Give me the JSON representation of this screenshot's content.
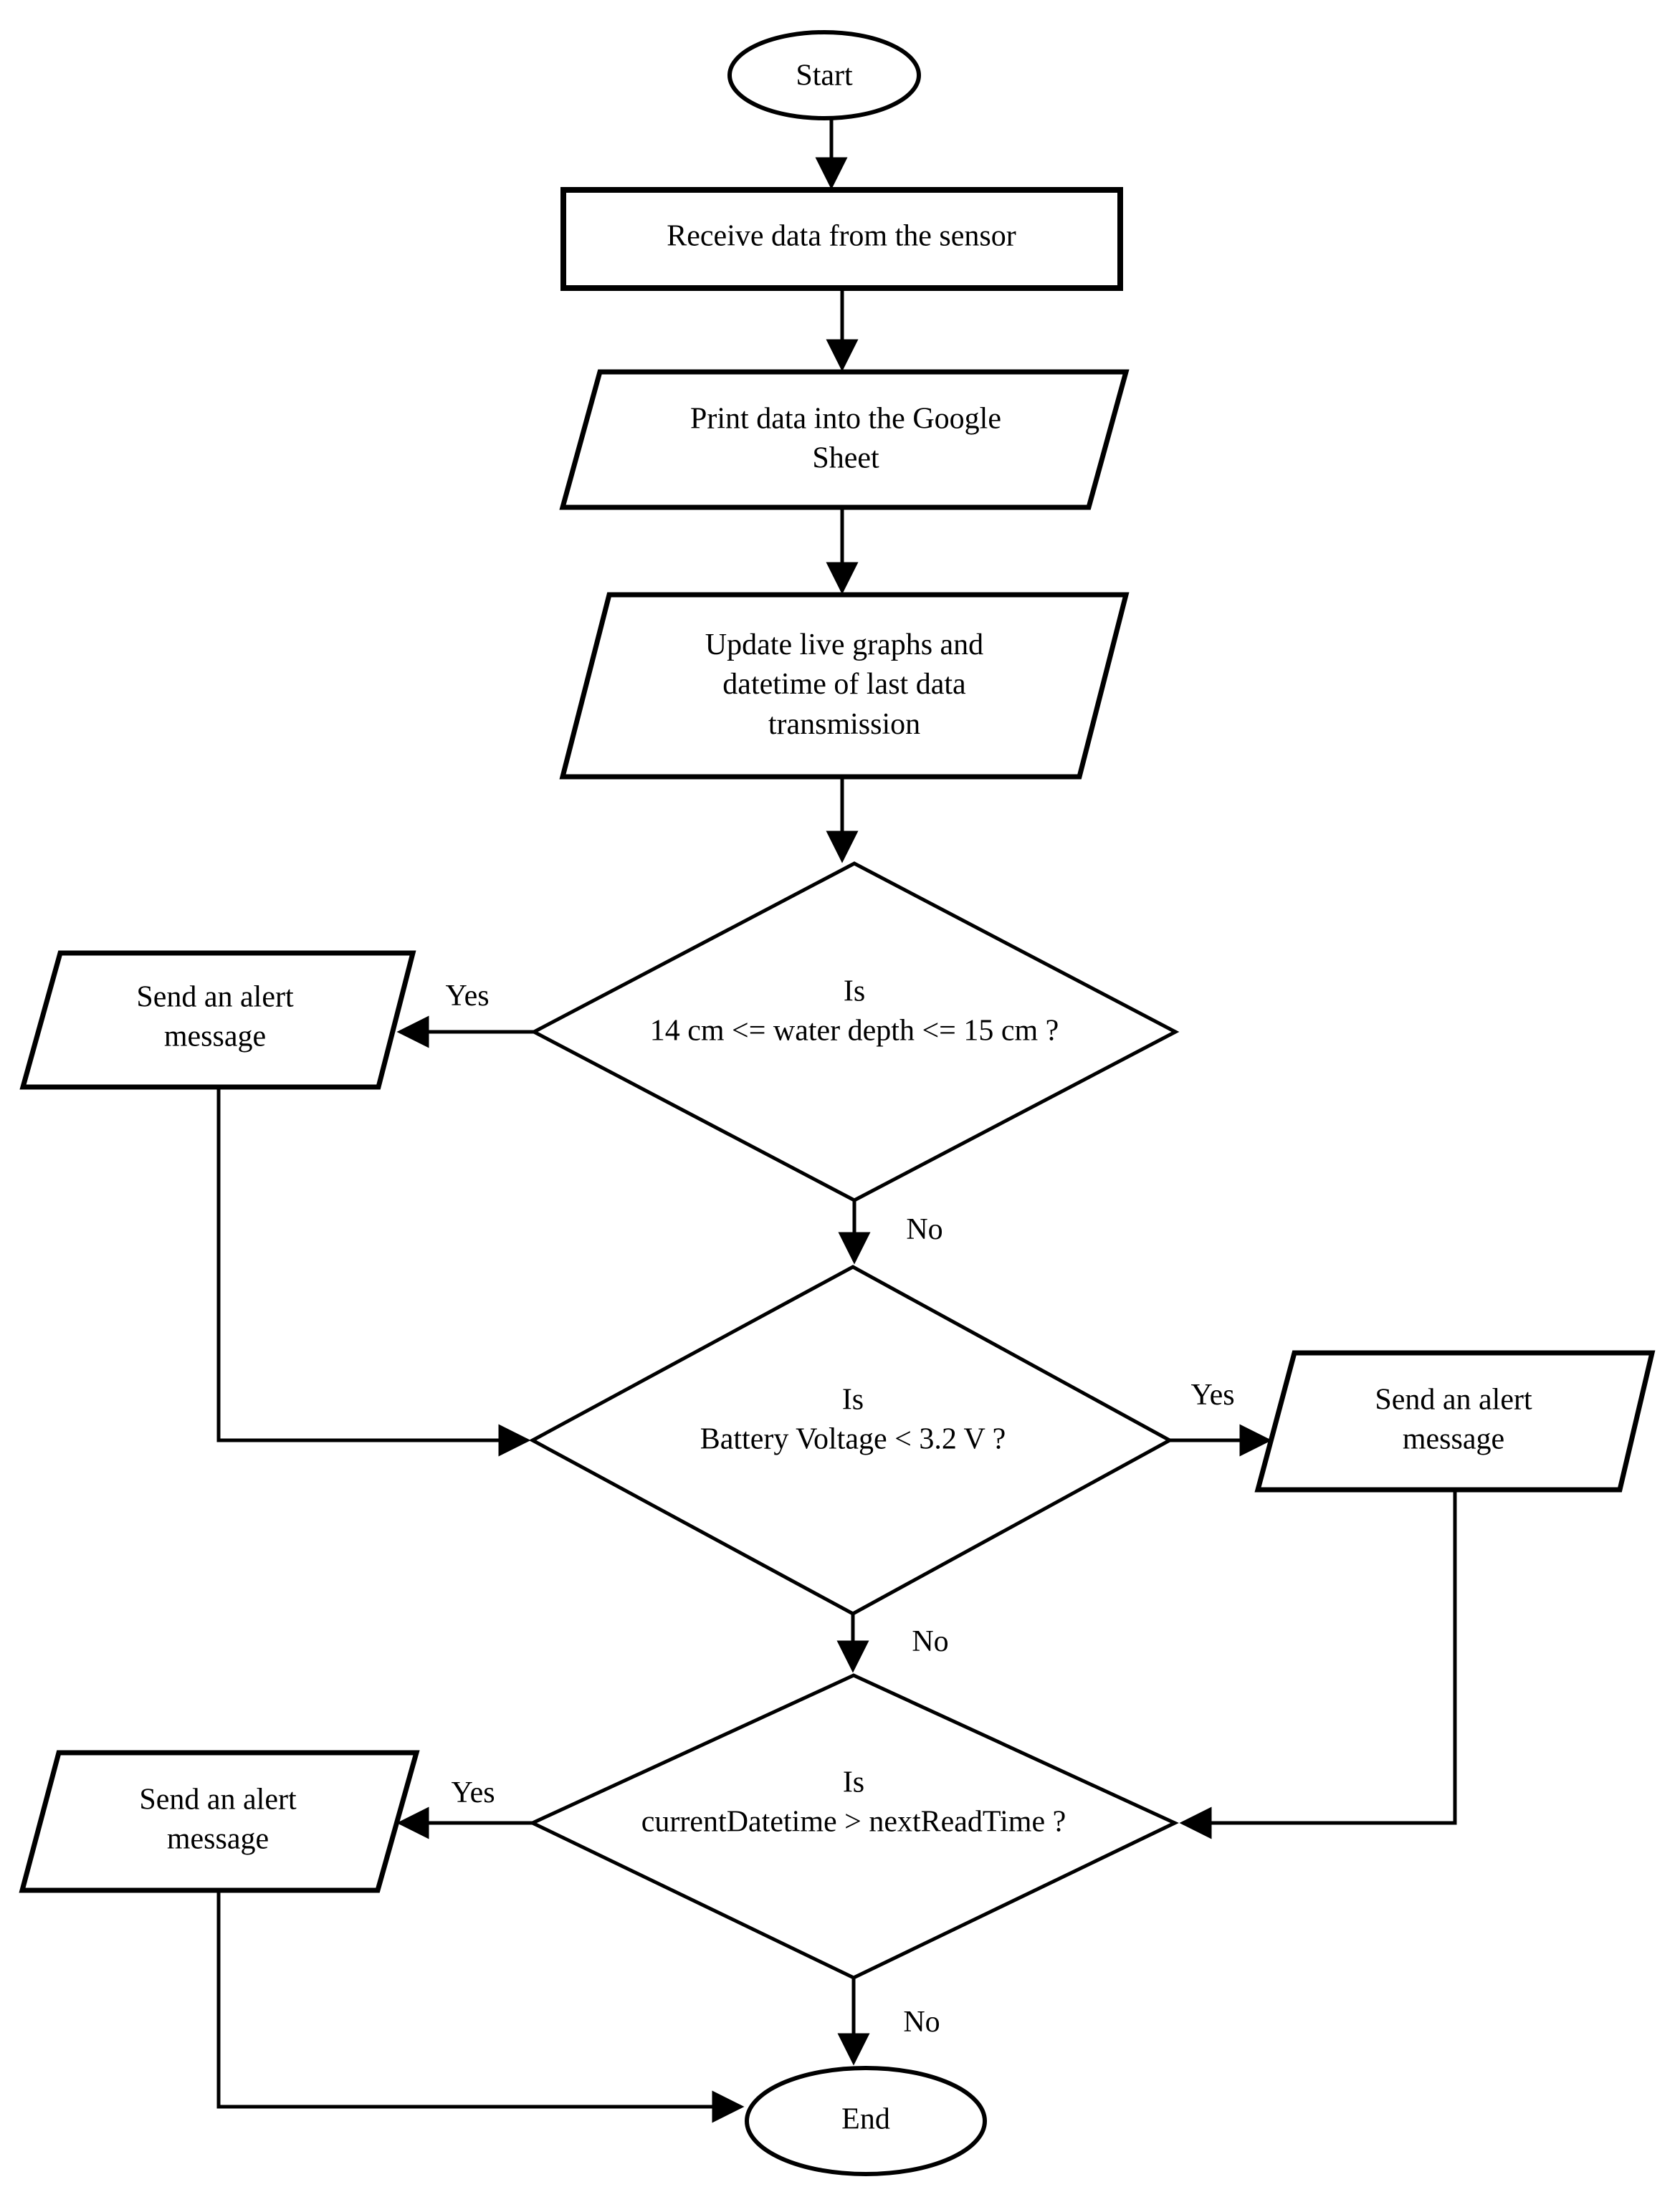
{
  "flowchart": {
    "colors": {
      "line": "#000000",
      "text": "#000000",
      "background": "#ffffff"
    },
    "nodes": {
      "start": {
        "type": "terminator",
        "label": "Start"
      },
      "receive": {
        "type": "process",
        "label": "Receive data from the sensor"
      },
      "print_sheet": {
        "type": "input-output",
        "label": "Print data into the Google\nSheet"
      },
      "update_graphs": {
        "type": "input-output",
        "label": "Update live graphs and\ndatetime of last data\ntransmission"
      },
      "water_depth_decision": {
        "type": "decision",
        "label": "Is\n14 cm <= water depth <= 15 cm ?"
      },
      "alert_water_depth": {
        "type": "input-output",
        "label": "Send an alert\nmessage"
      },
      "battery_decision": {
        "type": "decision",
        "label": "Is\nBattery Voltage < 3.2 V ?"
      },
      "alert_battery": {
        "type": "input-output",
        "label": "Send an alert\nmessage"
      },
      "datetime_decision": {
        "type": "decision",
        "label": "Is\ncurrentDatetime > nextReadTime ?"
      },
      "alert_datetime": {
        "type": "input-output",
        "label": "Send an alert\nmessage"
      },
      "end": {
        "type": "terminator",
        "label": "End"
      }
    },
    "edge_labels": {
      "yes_water_depth": "Yes",
      "no_water_depth": "No",
      "yes_battery": "Yes",
      "no_battery": "No",
      "yes_datetime": "Yes",
      "no_datetime": "No"
    }
  }
}
